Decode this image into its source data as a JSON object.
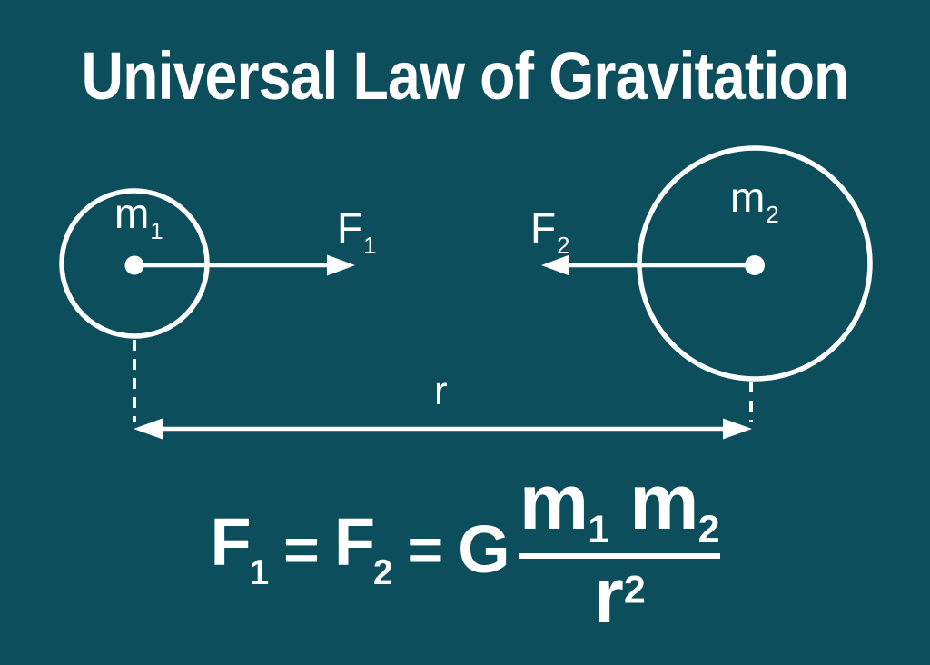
{
  "colors": {
    "background": "#0d4e5d",
    "foreground": "#ffffff"
  },
  "title": "Universal Law of Gravitation",
  "diagram": {
    "mass1_label": {
      "base": "m",
      "sub": "1"
    },
    "mass2_label": {
      "base": "m",
      "sub": "2"
    },
    "force1_label": {
      "base": "F",
      "sub": "1"
    },
    "force2_label": {
      "base": "F",
      "sub": "2"
    },
    "distance_label": "r"
  },
  "formula": {
    "lhs": [
      {
        "base": "F",
        "sub": "1"
      },
      {
        "base": "F",
        "sub": "2"
      }
    ],
    "equals": "=",
    "constant": "G",
    "numerator": [
      {
        "base": "m",
        "sub": "1"
      },
      {
        "base": "m",
        "sub": "2"
      }
    ],
    "denominator": {
      "base": "r",
      "sup": "2"
    }
  }
}
